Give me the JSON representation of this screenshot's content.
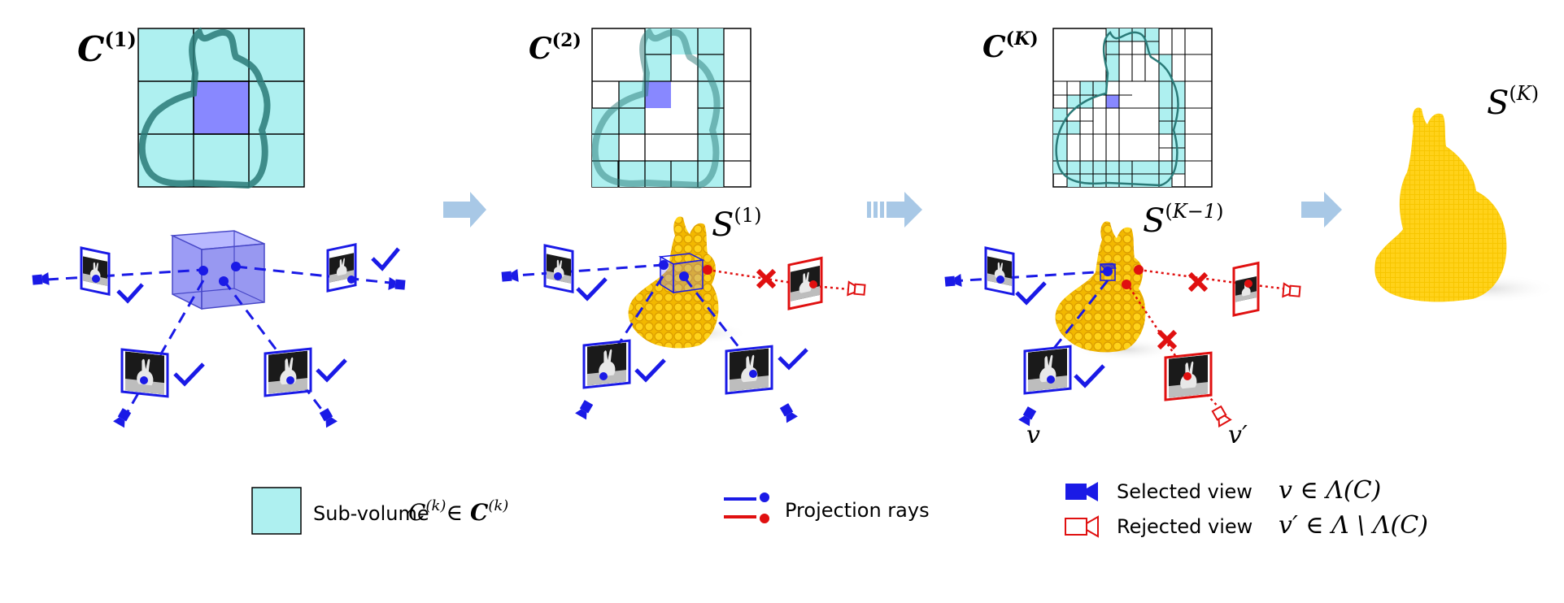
{
  "stages": [
    {
      "set_symbol": "C",
      "set_index": "1",
      "shape_symbol": "",
      "shape_index": ""
    },
    {
      "set_symbol": "C",
      "set_index": "2",
      "shape_symbol": "S",
      "shape_index": "1"
    },
    {
      "set_symbol": "C",
      "set_index": "K",
      "shape_symbol": "S",
      "shape_index": "K−1"
    }
  ],
  "final_shape": {
    "symbol": "S",
    "index": "K"
  },
  "view_labels": {
    "selected": "v",
    "rejected": "v′"
  },
  "legend": {
    "subvolume_label": "Sub-volume",
    "subvolume_math": "C",
    "subvolume_index": "(k)",
    "subvolume_member": "∈",
    "rays_label": "Projection rays",
    "selected_label": "Selected view",
    "selected_math": "v ∈ Λ(C)",
    "rejected_label": "Rejected view",
    "rejected_math": "v′ ∈ Λ \\ Λ(C)"
  },
  "colors": {
    "cell_fill": "#aef0f0",
    "selected_cell": "#8888ff",
    "outline_teal": "#2a7a78",
    "ray_blue": "#1a1ae6",
    "ray_red": "#e01010",
    "bunny_yellow": "#f5c400",
    "arrow_blue": "#a8c8e6"
  }
}
